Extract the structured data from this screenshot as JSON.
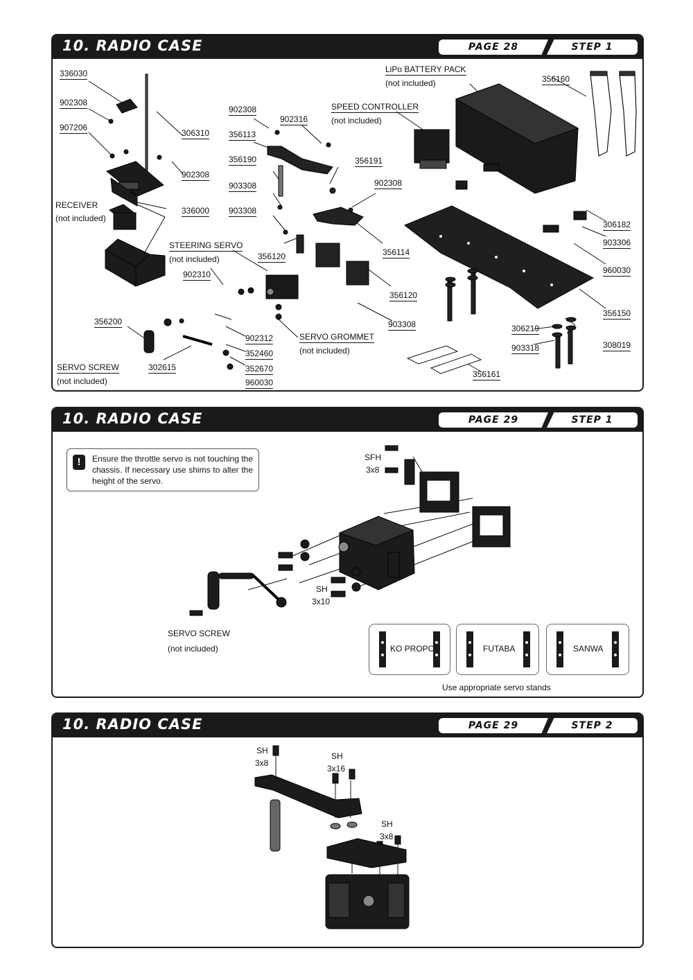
{
  "sections": [
    {
      "title": "10. RADIO CASE",
      "page": "PAGE 28",
      "step": "STEP 1",
      "parts": {
        "p336030": "336030",
        "p902308_a": "902308",
        "p907206": "907206",
        "p306310": "306310",
        "p902308_b": "902308",
        "receiver": "RECEIVER",
        "receiver_note": "(not included)",
        "p336000": "336000",
        "p902308_c": "902308",
        "p902316": "902316",
        "p356113": "356113",
        "p356190": "356190",
        "p903308_a": "903308",
        "p903308_b": "903308",
        "steering_servo": "STEERING SERVO",
        "steering_servo_note": "(not included)",
        "p356120_a": "356120",
        "speed_controller": "SPEED CONTROLLER",
        "speed_controller_note": "(not included)",
        "p356191": "356191",
        "p902308_d": "902308",
        "p356114": "356114",
        "lipo": "LiPo BATTERY PACK",
        "lipo_note": "(not included)",
        "p356160": "356160",
        "p306182": "306182",
        "p903306": "903306",
        "p960030_a": "960030",
        "p356150": "356150",
        "p902310": "902310",
        "p356120_b": "356120",
        "p903308_c": "903308",
        "p356200": "356200",
        "servo_screw": "SERVO SCREW",
        "servo_screw_note": "(not included)",
        "p302615": "302615",
        "p902312": "902312",
        "p352460": "352460",
        "p352670": "352670",
        "p960030_b": "960030",
        "servo_grommet": "SERVO GROMMET",
        "servo_grommet_note": "(not included)",
        "p306219": "306219",
        "p903318": "903318",
        "p308019": "308019",
        "p356161": "356161"
      }
    },
    {
      "title": "10. RADIO CASE",
      "page": "PAGE 29",
      "step": "STEP 1",
      "note": "Ensure the throttle servo is not touching the chassis. If necessary use shims to alter the height of the servo.",
      "note_icon": "exclamation-icon",
      "labels": {
        "sfh": "SFH",
        "sfh_size": "3x8",
        "sh": "SH",
        "sh_size": "3x10",
        "servo_screw": "SERVO SCREW",
        "servo_screw_note": "(not included)"
      },
      "stands": [
        "KO PROPO",
        "FUTABA",
        "SANWA"
      ],
      "stands_caption": "Use appropriate servo stands"
    },
    {
      "title": "10. RADIO CASE",
      "page": "PAGE 29",
      "step": "STEP 2",
      "labels": {
        "sh_a": "SH",
        "sh_a_size": "3x8",
        "sh_b": "SH",
        "sh_b_size": "3x16",
        "sh_c": "SH",
        "sh_c_size": "3x8"
      }
    }
  ]
}
